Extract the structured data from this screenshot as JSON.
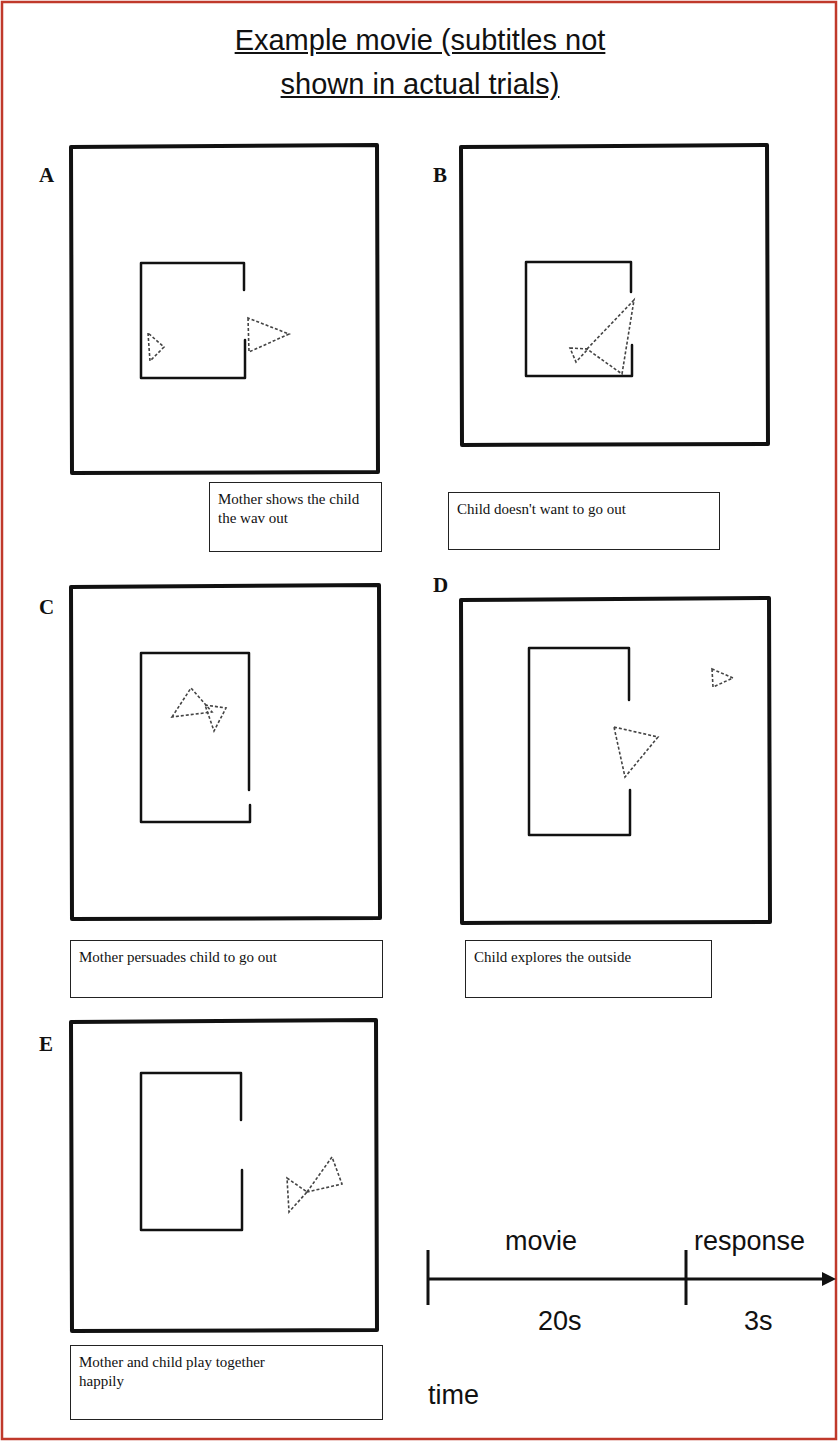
{
  "diagram": {
    "title": "Example movie (subtitles not shown in actual trials)",
    "nodes": [
      {
        "text": [
          "Mother shows the child the wav out"
        ]
      },
      {
        "text": [
          "Child doesn't want to go out"
        ]
      },
      {
        "text": [
          "Mother persuades child to go out"
        ]
      },
      {
        "text": [
          "Child explores the outside"
        ]
      },
      {
        "text": [
          "Mother and child play together happily"
        ]
      }
    ],
    "labels": [
      "A",
      "B",
      "C",
      "D",
      "E",
      "movie",
      "response",
      "20s",
      "3s",
      "time"
    ]
  }
}
